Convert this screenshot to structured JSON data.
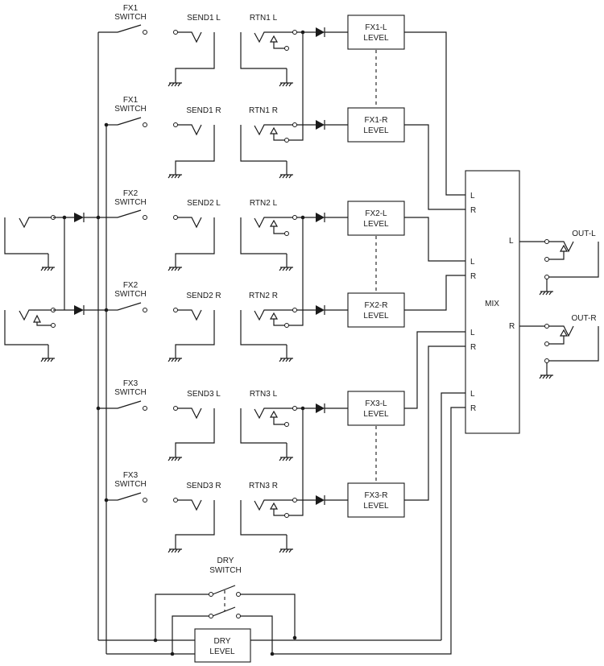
{
  "switches": {
    "fx1_l": [
      "FX1",
      "SWITCH"
    ],
    "fx1_r": [
      "FX1",
      "SWITCH"
    ],
    "fx2_l": [
      "FX2",
      "SWITCH"
    ],
    "fx2_r": [
      "FX2",
      "SWITCH"
    ],
    "fx3_l": [
      "FX3",
      "SWITCH"
    ],
    "fx3_r": [
      "FX3",
      "SWITCH"
    ],
    "dry": [
      "DRY",
      "SWITCH"
    ]
  },
  "sends": {
    "s1l": "SEND1 L",
    "s1r": "SEND1 R",
    "s2l": "SEND2 L",
    "s2r": "SEND2 R",
    "s3l": "SEND3 L",
    "s3r": "SEND3 R"
  },
  "returns": {
    "r1l": "RTN1 L",
    "r1r": "RTN1 R",
    "r2l": "RTN2 L",
    "r2r": "RTN2 R",
    "r3l": "RTN3 L",
    "r3r": "RTN3 R"
  },
  "levels": {
    "fx1l": [
      "FX1-L",
      "LEVEL"
    ],
    "fx1r": [
      "FX1-R",
      "LEVEL"
    ],
    "fx2l": [
      "FX2-L",
      "LEVEL"
    ],
    "fx2r": [
      "FX2-R",
      "LEVEL"
    ],
    "fx3l": [
      "FX3-L",
      "LEVEL"
    ],
    "fx3r": [
      "FX3-R",
      "LEVEL"
    ],
    "dry": [
      "DRY",
      "LEVEL"
    ]
  },
  "mix": {
    "title": "MIX",
    "in": [
      "L",
      "R",
      "L",
      "R",
      "L",
      "R",
      "L",
      "R"
    ],
    "out_l": "L",
    "out_r": "R"
  },
  "outputs": {
    "l": "OUT-L",
    "r": "OUT-R"
  }
}
